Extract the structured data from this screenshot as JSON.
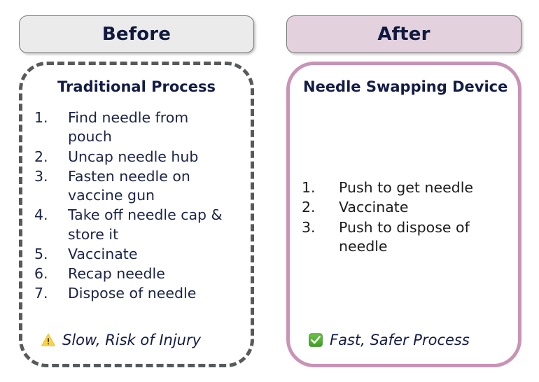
{
  "headers": {
    "before": "Before",
    "after": "After"
  },
  "cards": {
    "before": {
      "title": "Traditional Process",
      "steps": [
        {
          "num": "1.",
          "text": "Find needle from pouch"
        },
        {
          "num": "2.",
          "text": "Uncap needle hub"
        },
        {
          "num": "3.",
          "text": "Fasten needle on vaccine gun"
        },
        {
          "num": "4.",
          "text": "Take off needle cap & store it"
        },
        {
          "num": "5.",
          "text": "Vaccinate"
        },
        {
          "num": "6.",
          "text": "Recap needle"
        },
        {
          "num": "7.",
          "text": "Dispose of needle"
        }
      ],
      "footnote": {
        "icon": "warning-triangle-icon",
        "label": "Slow, Risk of Injury"
      }
    },
    "after": {
      "title": "Needle Swapping Device",
      "steps": [
        {
          "num": "1.",
          "text": "Push to get needle"
        },
        {
          "num": "2.",
          "text": "Vaccinate"
        },
        {
          "num": "3.",
          "text": "Push to dispose of needle"
        }
      ],
      "footnote": {
        "icon": "green-check-icon",
        "label": "Fast, Safer Process"
      }
    }
  },
  "colors": {
    "navy_text": "#131c45",
    "before_header_fill": "#ebebeb",
    "after_header_fill": "#e3d1de",
    "before_card_border": "#58595b",
    "after_card_border": "#c893b6",
    "warning_yellow": "#f7d košmar"
  }
}
